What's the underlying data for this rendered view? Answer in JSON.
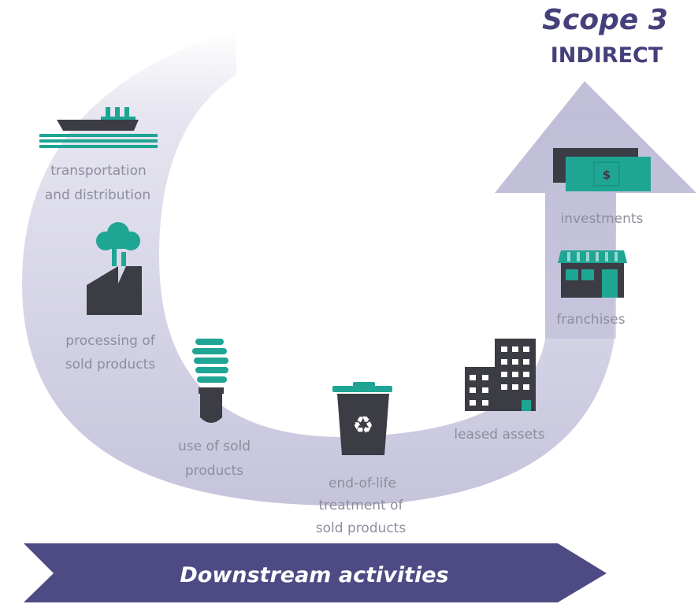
{
  "header": {
    "title": "Scope 3",
    "subtitle": "INDIRECT"
  },
  "banner": {
    "label": "Downstream activities"
  },
  "activities": [
    {
      "id": "transportation",
      "icon": "ship-icon",
      "lines": [
        "transportation",
        "and distribution"
      ]
    },
    {
      "id": "processing",
      "icon": "factory-icon",
      "lines": [
        "processing of",
        "sold products"
      ]
    },
    {
      "id": "use",
      "icon": "light-bulb-icon",
      "lines": [
        "use of sold",
        "products"
      ]
    },
    {
      "id": "end-of-life",
      "icon": "recycle-bin-icon",
      "lines": [
        "end-of-life",
        "treatment of",
        "sold products"
      ]
    },
    {
      "id": "leased-assets",
      "icon": "building-icon",
      "lines": [
        "leased assets"
      ]
    },
    {
      "id": "franchises",
      "icon": "storefront-icon",
      "lines": [
        "franchises"
      ]
    },
    {
      "id": "investments",
      "icon": "banknote-icon",
      "lines": [
        "investments"
      ]
    }
  ],
  "icon_text": {
    "dollar": "$"
  },
  "colors": {
    "arc": "#dcdbea",
    "arc_dark": "#b9b7d2",
    "banner": "#4e4a84",
    "heading": "#45407a",
    "teal": "#1fa594",
    "dark": "#3c3c44",
    "label": "#8d8d9c"
  }
}
